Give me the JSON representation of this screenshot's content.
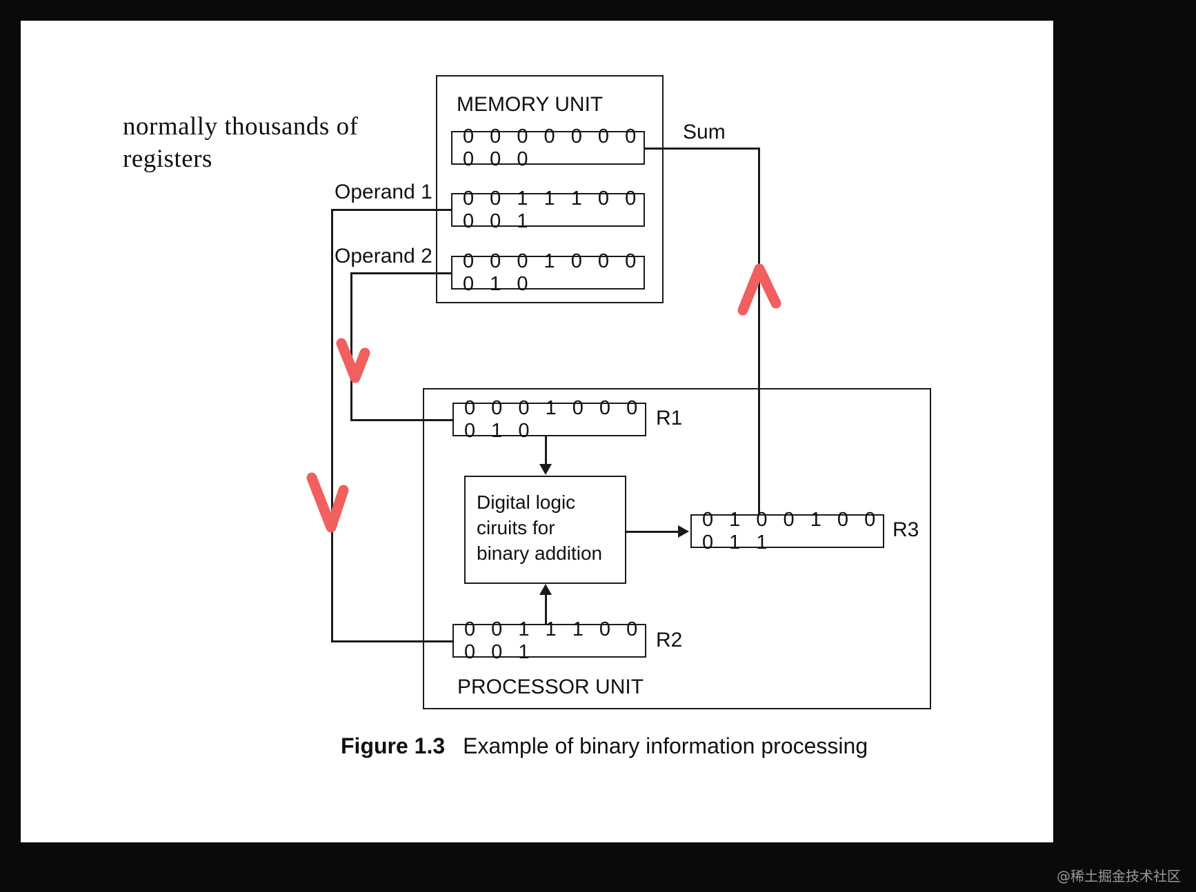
{
  "annotation_note": {
    "line1": "normally thousands of",
    "line2": "registers"
  },
  "memory_unit": {
    "title": "MEMORY UNIT",
    "registers": [
      {
        "value": "0 0 0 0 0 0 0 0 0 0"
      },
      {
        "value": "0 0 1 1 1 0 0 0 0 1"
      },
      {
        "value": "0 0 0 1 0 0 0 0 1 0"
      }
    ]
  },
  "processor_unit": {
    "title": "PROCESSOR UNIT",
    "registers": [
      {
        "name": "R1",
        "value": "0 0 0 1 0 0 0 0 1 0"
      },
      {
        "name": "R2",
        "value": "0 0 1 1 1 0 0 0 0 1"
      },
      {
        "name": "R3",
        "value": "0 1 0 0 1 0 0 0 1 1"
      }
    ],
    "alu": {
      "line1": "Digital logic",
      "line2": "ciruits for",
      "line3": "binary addition"
    }
  },
  "wire_labels": {
    "operand1": "Operand 1",
    "operand2": "Operand 2",
    "sum": "Sum"
  },
  "caption": {
    "number": "Figure 1.3",
    "text": "Example of binary information processing"
  },
  "watermark": {
    "text": "@稀土掘金技术社区"
  },
  "colors": {
    "ink": "#1a1a1a",
    "annotation_red": "#f0605e",
    "page": "#ffffff",
    "backdrop": "#000000"
  }
}
